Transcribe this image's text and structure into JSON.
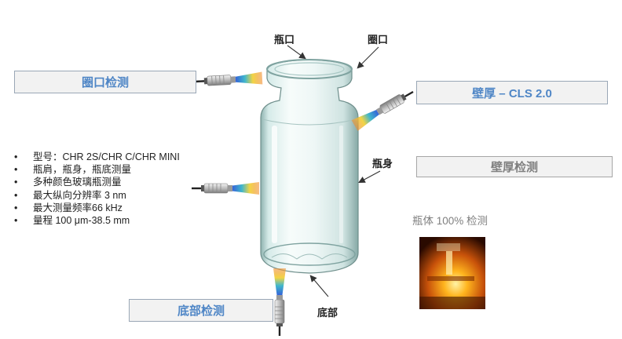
{
  "callouts": {
    "bottle_mouth": "瓶口",
    "ring_mouth": "圈口",
    "bottle_body": "瓶身",
    "bottom": "底部"
  },
  "boxes": {
    "ring_detection": "圈口检测",
    "wall_thickness_cls": "壁厚 – CLS 2.0",
    "wall_thickness_detection": "壁厚检测",
    "bottom_detection": "底部检测"
  },
  "specs": [
    "型号：CHR 2S/CHR C/CHR MINI",
    "瓶肩，瓶身，瓶底测量",
    "多种颜色玻璃瓶测量",
    "最大纵向分辨率 3 nm",
    "最大测量频率66 kHz",
    "量程 100 μm-38.5 mm"
  ],
  "note": "瓶体 100% 检测",
  "colors": {
    "box_blue_text": "#4f86c6",
    "box_gray_text": "#7f7f7f",
    "box_fill": "#f2f2f2",
    "glass_tint": "#cfe5e4"
  },
  "icons": [
    "chromatic-confocal-probe-icon",
    "glass-vial-icon",
    "glowing-furnace-photo"
  ]
}
